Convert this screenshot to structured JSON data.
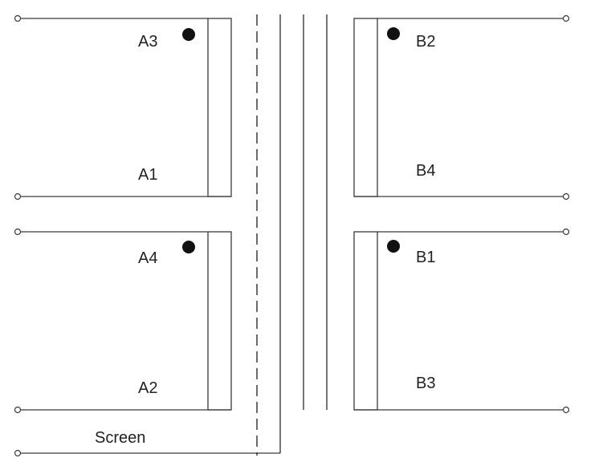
{
  "windings": {
    "a3": "A3",
    "a1": "A1",
    "a4": "A4",
    "a2": "A2",
    "b2": "B2",
    "b4": "B4",
    "b1": "B1",
    "b3": "B3"
  },
  "screen": "Screen"
}
